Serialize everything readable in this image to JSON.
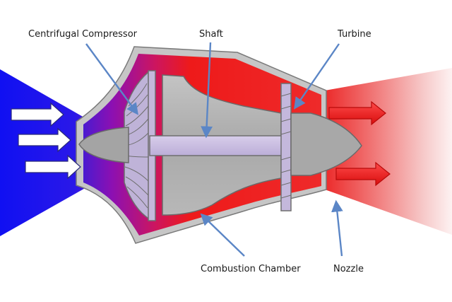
{
  "labels": {
    "compressor": "Centrifugal Compressor",
    "shaft": "Shaft",
    "turbine": "Turbine",
    "combustion": "Combustion Chamber",
    "nozzle": "Nozzle"
  },
  "colors": {
    "intake": "#1515ee",
    "hot_core": "#ee1a1a",
    "exhaust": "#ee1a1a",
    "mid_purple": "#8a0fb0",
    "casing_gray": "#b8b8b8",
    "core_gray": "#a8a8a8",
    "shaft_lavender": "#c9bde0",
    "leader_blue": "#5b86c6"
  },
  "icons": {
    "intake_arrow": "hollow-right-arrow-icon",
    "exhaust_arrow": "red-right-arrow-icon"
  }
}
